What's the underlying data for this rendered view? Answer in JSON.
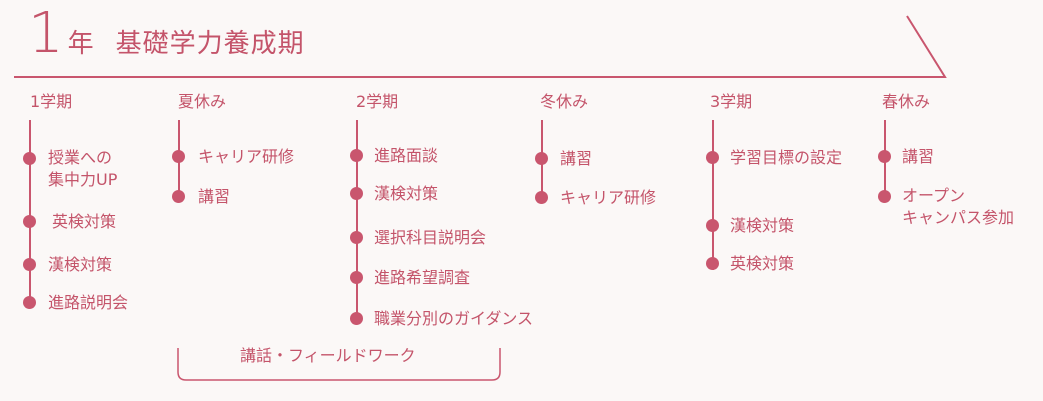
{
  "title": {
    "number": "1",
    "year_suffix": "年",
    "label": "基礎学力養成期"
  },
  "columns": [
    {
      "head": "1学期",
      "items": [
        "授業への\n集中力UP",
        "英検対策",
        "漢検対策",
        "進路説明会"
      ]
    },
    {
      "head": "夏休み",
      "items": [
        "キャリア研修",
        "講習"
      ]
    },
    {
      "head": "2学期",
      "items": [
        "進路面談",
        "漢検対策",
        "選択科目説明会",
        "進路希望調査",
        "職業分別のガイダンス"
      ]
    },
    {
      "head": "冬休み",
      "items": [
        "講習",
        "キャリア研修"
      ]
    },
    {
      "head": "3学期",
      "items": [
        "学習目標の設定",
        "漢検対策",
        "英検対策"
      ]
    },
    {
      "head": "春休み",
      "items": [
        "講習",
        "オープン\nキャンパス参加"
      ]
    }
  ],
  "bracket": {
    "label": "講話・フィールドワーク"
  },
  "colors": {
    "accent": "#c9566e",
    "text": "#c4546a",
    "background": "#fbf8f7"
  }
}
